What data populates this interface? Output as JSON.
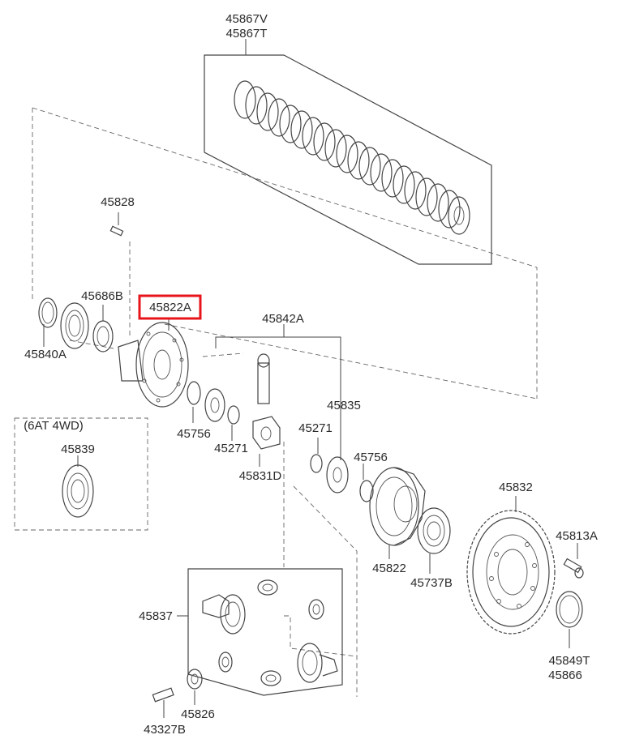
{
  "highlight_color": "#e8141b",
  "labels": {
    "p45867V": "45867V",
    "p45867T": "45867T",
    "p45828": "45828",
    "p45686B": "45686B",
    "p45822A": "45822A",
    "p45842A": "45842A",
    "p45840A": "45840A",
    "p45835": "45835",
    "group_6at4wd": "(6AT 4WD)",
    "p45839": "45839",
    "p45756a": "45756",
    "p45271a": "45271",
    "p45271b": "45271",
    "p45756b": "45756",
    "p45831D": "45831D",
    "p45832": "45832",
    "p45813A": "45813A",
    "p45822": "45822",
    "p45737B": "45737B",
    "p45837": "45837",
    "p45849T": "45849T",
    "p45866": "45866",
    "p45826": "45826",
    "p43327B": "43327B"
  }
}
